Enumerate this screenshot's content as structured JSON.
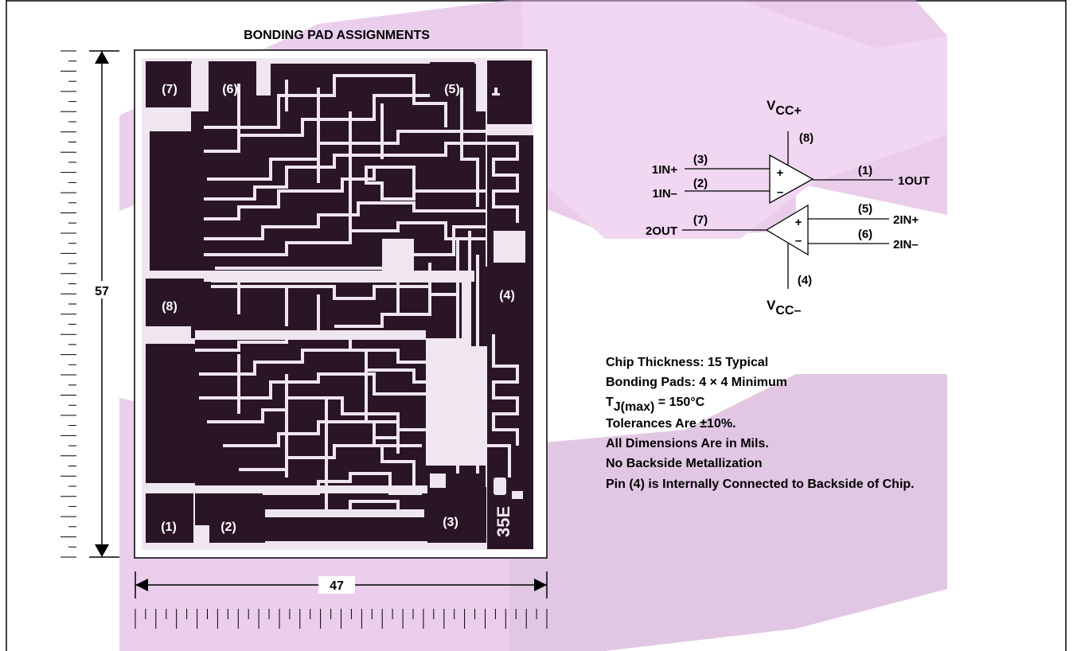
{
  "title": "BONDING PAD ASSIGNMENTS",
  "dimensions": {
    "height": "57",
    "width": "47"
  },
  "pads": [
    {
      "id": "pad-7",
      "label": "(7)"
    },
    {
      "id": "pad-6",
      "label": "(6)"
    },
    {
      "id": "pad-5",
      "label": "(5)"
    },
    {
      "id": "pad-8",
      "label": "(8)"
    },
    {
      "id": "pad-4",
      "label": "(4)"
    },
    {
      "id": "pad-1",
      "label": "(1)"
    },
    {
      "id": "pad-2",
      "label": "(2)"
    },
    {
      "id": "pad-3",
      "label": "(3)"
    }
  ],
  "chip_marking": "35E",
  "schematic": {
    "vcc_plus": {
      "main": "V",
      "sub": "CC+",
      "pin": "(8)"
    },
    "vcc_minus": {
      "main": "V",
      "sub": "CC–",
      "pin": "(4)"
    },
    "amp1": {
      "in_plus": {
        "name": "1IN+",
        "pin": "(3)"
      },
      "in_minus": {
        "name": "1IN–",
        "pin": "(2)"
      },
      "out": {
        "name": "1OUT",
        "pin": "(1)"
      }
    },
    "amp2": {
      "in_plus": {
        "name": "2IN+",
        "pin": "(5)"
      },
      "in_minus": {
        "name": "2IN–",
        "pin": "(6)"
      },
      "out": {
        "name": "2OUT",
        "pin": "(7)"
      }
    },
    "plus_sign": "+",
    "minus_sign": "–"
  },
  "notes": {
    "thickness": "Chip Thickness: 15 Typical",
    "pads": "Bonding Pads: 4 × 4 Minimum",
    "tj_prefix": "T",
    "tj_sub": "J(max)",
    "tj_rest": " = 150°C",
    "tolerances": "Tolerances Are ±10%.",
    "dimensions": "All Dimensions Are in Mils.",
    "backside": "No Backside Metallization",
    "pin4": "Pin (4) is Internally Connected to Backside of Chip."
  },
  "colors": {
    "die": "#2a1526",
    "trace": "#efe6ef",
    "watermark": "#d9a6dc",
    "frame": "#000000"
  }
}
